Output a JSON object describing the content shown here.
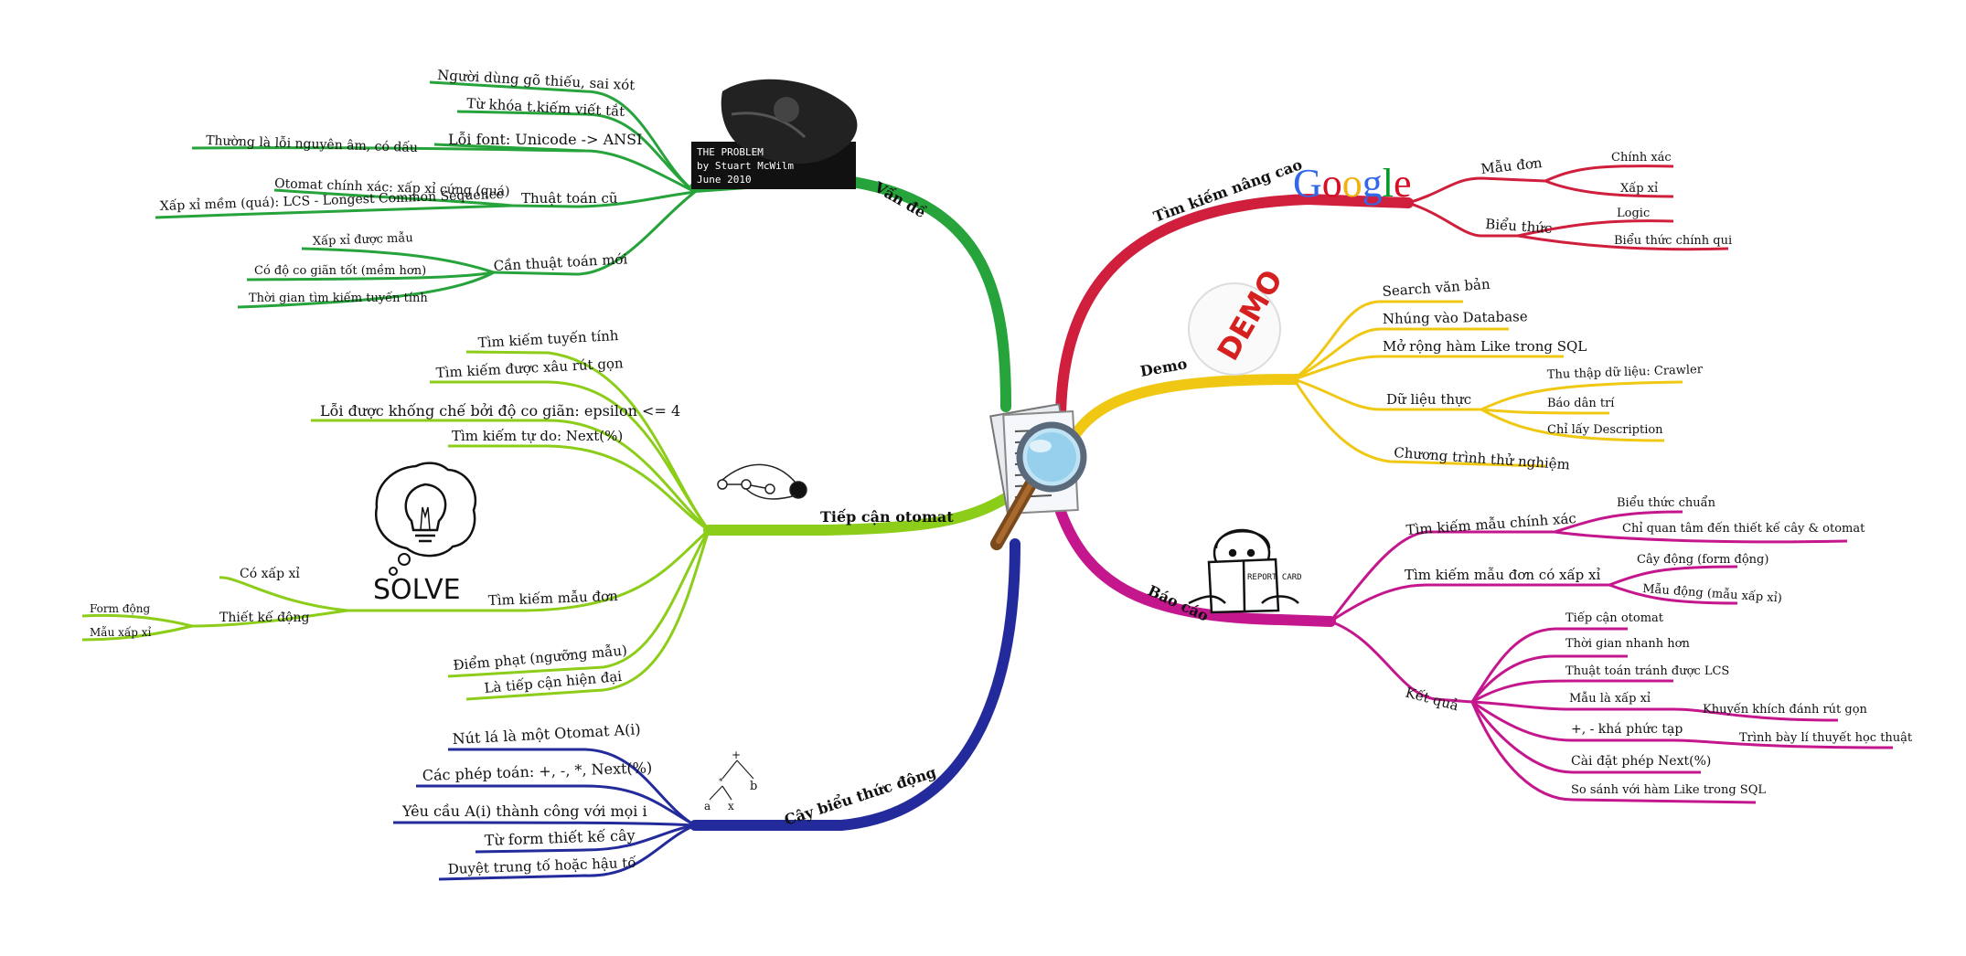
{
  "colors": {
    "van_de": "#26a33a",
    "tiep_can": "#8ccd1a",
    "cay_bieu_thuc": "#232b9c",
    "tim_kiem": "#d01f3d",
    "demo": "#f0c814",
    "bao_cao": "#c5178d"
  },
  "icons": [
    "document-magnifier-icon",
    "pelican-book-icon",
    "automaton-graph-icon",
    "lightbulb-solve-icon",
    "expression-tree-icon",
    "google-logo",
    "demo-stamp-icon",
    "report-card-icon"
  ],
  "branches": {
    "van_de": {
      "label": "Vấn đề",
      "items": [
        "Người dùng gõ thiếu, sai xót",
        "Từ khóa t.kiếm viết tắt",
        "Lỗi font: Unicode -> ANSI",
        "Thường là lỗi nguyên âm, có dấu",
        "Thuật toán cũ",
        "Otomat chính xác: xấp xỉ cứng (quá)",
        "Xấp xỉ mềm (quá): LCS - Longest Common Sequence",
        "Cần thuật toán mới",
        "Xấp xỉ được mẫu",
        "Có độ co giãn tốt (mềm hơn)",
        "Thời gian tìm kiếm tuyến tính"
      ]
    },
    "tiep_can": {
      "label": "Tiếp cận otomat",
      "items": [
        "Tìm kiếm tuyến tính",
        "Tìm kiếm được xâu rút gọn",
        "Lỗi được khống chế bởi độ co giãn: epsilon <= 4",
        "Tìm kiếm tự do: Next(%)",
        "Tìm kiếm mẫu đơn",
        "Có xấp xỉ",
        "Thiết kế động",
        "Form động",
        "Mẫu xấp xỉ",
        "Điểm phạt (ngưỡng mẫu)",
        "Là tiếp cận hiện đại"
      ]
    },
    "cay": {
      "label": "Cây biểu thức động",
      "items": [
        "Nút lá là một Otomat A(i)",
        "Các phép toán: +, -, *, Next(%)",
        "Yêu cầu A(i) thành công với mọi i",
        "Từ form thiết kế cây",
        "Duyệt trung tố hoặc hậu tố"
      ]
    },
    "tim_kiem": {
      "label": "Tìm kiếm nâng cao",
      "items": [
        "Mẫu đơn",
        "Chính xác",
        "Xấp xỉ",
        "Biểu thức",
        "Logic",
        "Biểu thức chính qui"
      ]
    },
    "demo": {
      "label": "Demo",
      "items": [
        "Search văn bản",
        "Nhúng vào Database",
        "Mở rộng hàm Like trong SQL",
        "Dữ liệu thực",
        "Thu thập dữ liệu: Crawler",
        "Báo dân trí",
        "Chỉ lấy Description",
        "Chương trình thử nghiệm"
      ]
    },
    "bao_cao": {
      "label": "Báo cáo",
      "items": [
        "Tìm kiếm mẫu chính xác",
        "Biểu thức chuẩn",
        "Chỉ quan tâm đến thiết kế cây & otomat",
        "Tìm kiếm mẫu đơn có xấp xỉ",
        "Cây động (form động)",
        "Mẫu động (mẫu xấp xỉ)",
        "Kết quả",
        "Tiếp cận otomat",
        "Thời gian nhanh hơn",
        "Thuật toán tránh được LCS",
        "Mẫu là xấp xỉ",
        "Khuyến khích đánh rút gọn",
        "+, - khá phức tạp",
        "Trình bày lí thuyết học thuật",
        "Cài đặt phép Next(%)",
        "So sánh với hàm Like trong SQL"
      ]
    }
  },
  "images": {
    "google_text": "Google",
    "solve_text": "SOLVE",
    "demo_text": "DEMO",
    "report_text": "REPORT CARD",
    "book_lines": [
      "THE PROBLEM",
      "by Stuart McWilm",
      "June 2010"
    ]
  }
}
